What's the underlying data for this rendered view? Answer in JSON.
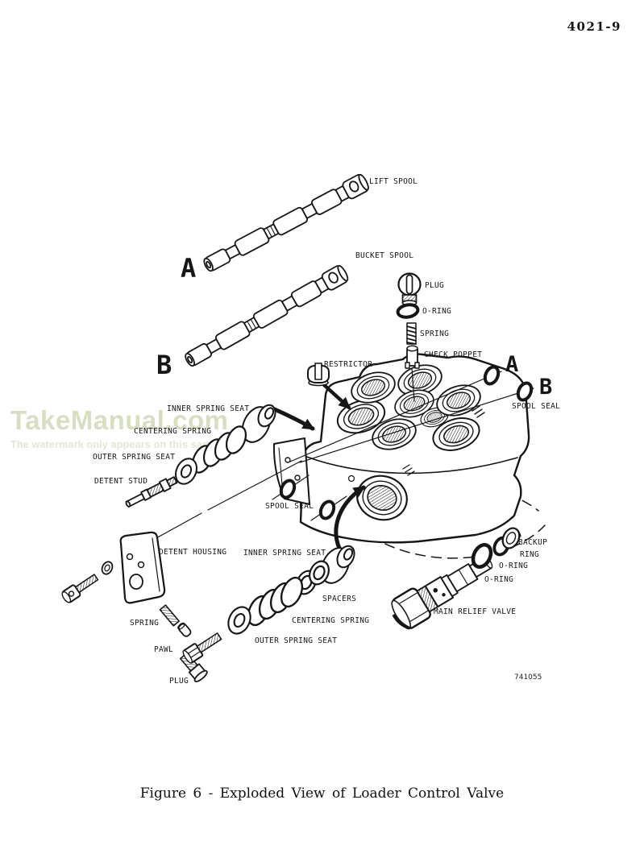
{
  "page": {
    "page_number": "4021-9",
    "caption": "Figure 6 - Exploded View of Loader Control Valve",
    "artwork_number": "741055"
  },
  "watermark": {
    "title": "TakeManual.com",
    "subtitle": "The watermark only appears on this sample",
    "title_color": "#d6dfc2",
    "subtitle_color": "#e1e7d3"
  },
  "colors": {
    "ink": "#161616",
    "paper": "#ffffff"
  },
  "diagram": {
    "labels": {
      "lift_spool": "LIFT SPOOL",
      "bucket_spool": "BUCKET SPOOL",
      "spool_a_letter": "A",
      "spool_b_letter": "B",
      "seal_a_letter": "A",
      "seal_b_letter": "B",
      "plug_top": "PLUG",
      "o_ring_top": "O-RING",
      "spring_top": "SPRING",
      "check_poppet": "CHECK POPPET",
      "restrictor": "RESTRICTOR",
      "spool_seal_right": "SPOOL SEAL",
      "inner_spring_seat_upper": "INNER SPRING SEAT",
      "centering_spring_upper": "CENTERING SPRING",
      "outer_spring_seat_upper": "OUTER SPRING SEAT",
      "detent_stud": "DETENT STUD",
      "spool_seal_mid": "SPOOL SEAL",
      "detent_housing": "DETENT HOUSING",
      "inner_spring_seat_lower": "INNER SPRING SEAT",
      "spacers": "SPACERS",
      "centering_spring_lower": "CENTERING SPRING",
      "outer_spring_seat_lower": "OUTER SPRING SEAT",
      "spring_lower": "SPRING",
      "pawl": "PAWL",
      "plug_lower": "PLUG",
      "backup_ring_line1": "BACKUP",
      "backup_ring_line2": "RING",
      "o_ring_right_upper": "O-RING",
      "o_ring_right_lower": "O-RING",
      "main_relief_valve": "MAIN RELIEF VALVE"
    }
  }
}
